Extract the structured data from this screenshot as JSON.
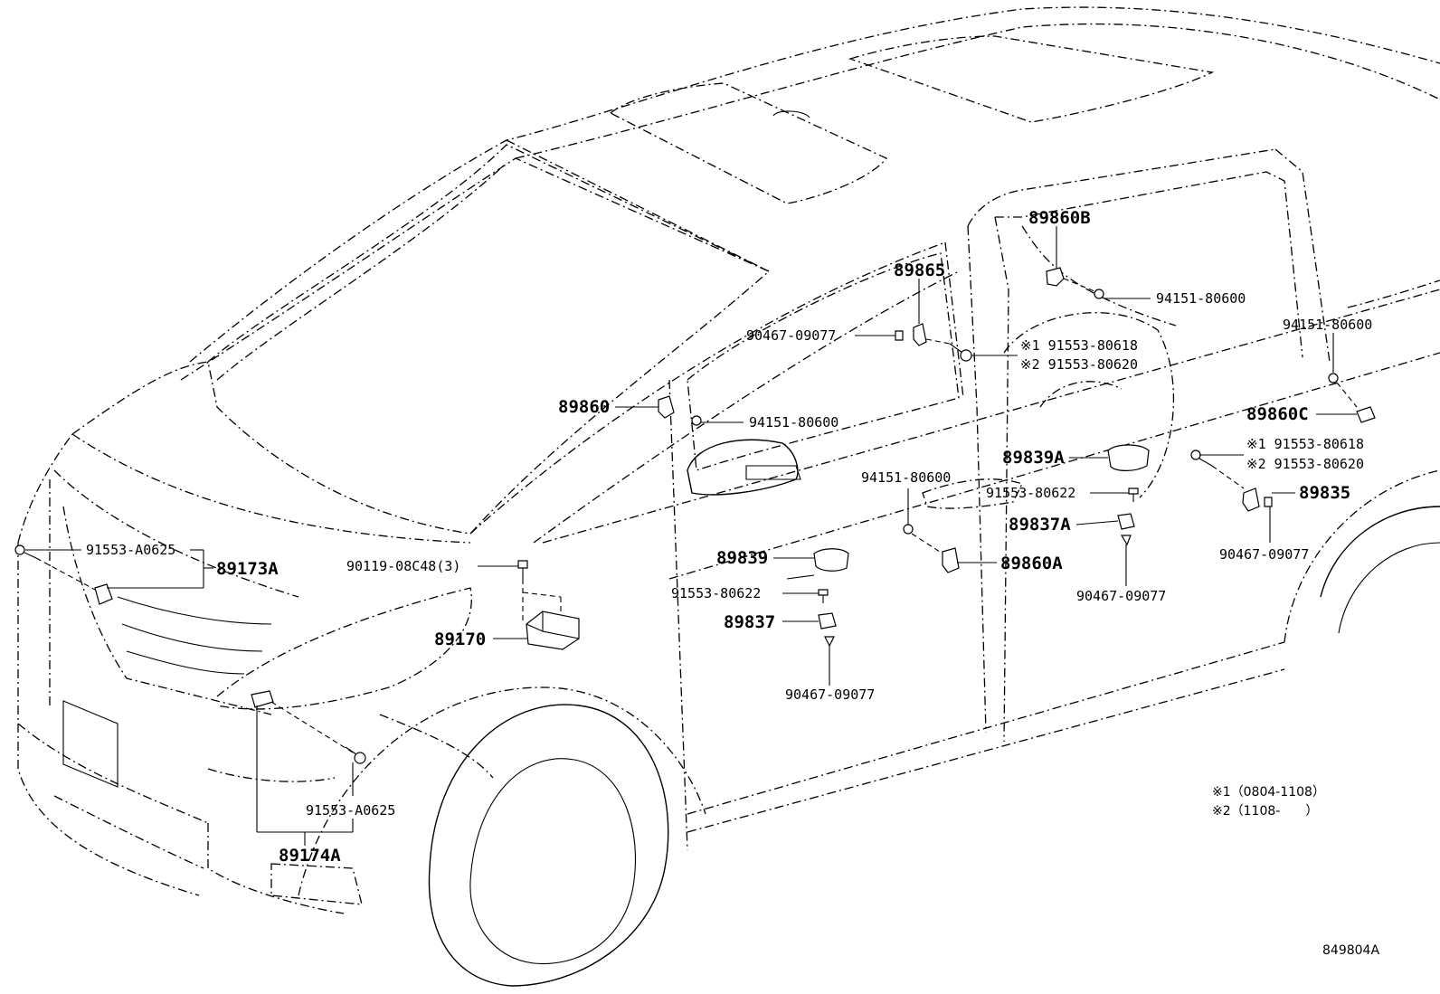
{
  "labels": {
    "p89860B": "89860B",
    "p94151_a": "94151-80600",
    "p89865": "89865",
    "p90467_a": "90467-09077",
    "p91553_80618_a": "※1 91553-80618",
    "p91553_80620_a": "※2 91553-80620",
    "p94151_b": "94151-80600",
    "p89860": "89860",
    "p94151_c": "94151-80600",
    "p89860C": "89860C",
    "p91553_80618_b": "※1 91553-80618",
    "p91553_80620_b": "※2 91553-80620",
    "p89839A": "89839A",
    "p94151_d": "94151-80600",
    "p91553_80622_a": "91553-80622",
    "p89835": "89835",
    "p89837A": "89837A",
    "p90467_b": "90467-09077",
    "p89860A": "89860A",
    "p90467_c": "90467-09077",
    "p89839": "89839",
    "p91553_80622_b": "91553-80622",
    "p89837": "89837",
    "p90467_d": "90467-09077",
    "p91553_A0625_a": "91553-A0625",
    "p89173A": "89173A",
    "p90119": "90119-08C48(3)",
    "p89170": "89170",
    "p91553_A0625_b": "91553-A0625",
    "p89174A": "89174A"
  },
  "notes": {
    "note1": "※1（0804-1108）",
    "note2": "※2（1108-　　）"
  },
  "figure_code": "849804A"
}
